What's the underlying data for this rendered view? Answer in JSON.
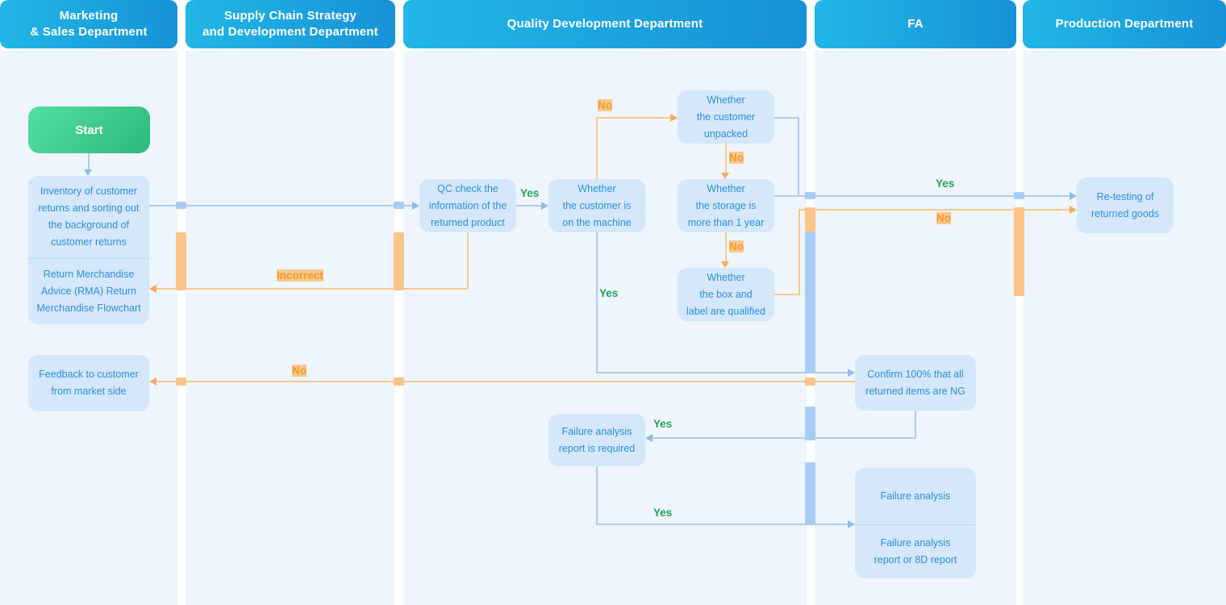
{
  "lanes": [
    {
      "label": "Marketing\n& Sales Department"
    },
    {
      "label": "Supply Chain Strategy\nand Development Department"
    },
    {
      "label": "Quality Development Department"
    },
    {
      "label": "FA"
    },
    {
      "label": "Production Department"
    }
  ],
  "nodes": {
    "start": "Start",
    "inventory": "Inventory of customer\nreturns and sorting out\nthe background of\ncustomer returns",
    "rma": "Return Merchandise\nAdvice (RMA) Return\nMerchandise Flowchart",
    "feedback": "Feedback to customer\nfrom market side",
    "qc_check": "QC check the\ninformation of the\nreturned product",
    "on_machine": "Whether\nthe customer is\non the machine",
    "unpacked": "Whether\nthe customer\nunpacked",
    "storage": "Whether\nthe storage is\nmore than 1 year",
    "box_label": "Whether\nthe box and\nlabel are qualified",
    "confirm_ng": "Confirm 100% that all\nreturned items are NG",
    "fa_report_required": "Failure analysis\nreport is required",
    "failure_analysis": "Failure analysis",
    "fa_report_8d": "Failure analysis\nreport or 8D report",
    "retest": "Re-testing of\nreturned goods"
  },
  "edge_labels": {
    "qc_to_machine_yes": "Yes",
    "machine_to_confirm_yes": "Yes",
    "to_retest_yes": "Yes",
    "confirm_to_report_yes": "Yes",
    "report_to_fa_yes": "Yes",
    "machine_to_unpacked_no": "No",
    "unpacked_to_storage_no": "No",
    "storage_to_boxlabel_no": "No",
    "boxlabel_to_retest_no": "No",
    "confirm_to_feedback_no": "No",
    "qc_to_rma_incorrect": "Incorrect"
  },
  "colors": {
    "header-g1": "#21b7e6",
    "header-g2": "#1792d7",
    "lane-bg": "#eef5fd",
    "node-bg": "#d5e7fb",
    "node-text": "#2b90d9",
    "node-divider": "#bdd8f4",
    "start-g1": "#52e0a2",
    "start-g2": "#2eb87a",
    "line-blue": "#aecdf0",
    "line-orange": "#f8c88e",
    "arrow-blue": "#8fbce9",
    "arrow-orange": "#f5ab61",
    "bridge-blue": "#a8cdf4",
    "bridge-orange": "#fbc488",
    "label-green": "#1ea558",
    "label-orange": "#f49b27",
    "header-text": "#ffffff"
  }
}
